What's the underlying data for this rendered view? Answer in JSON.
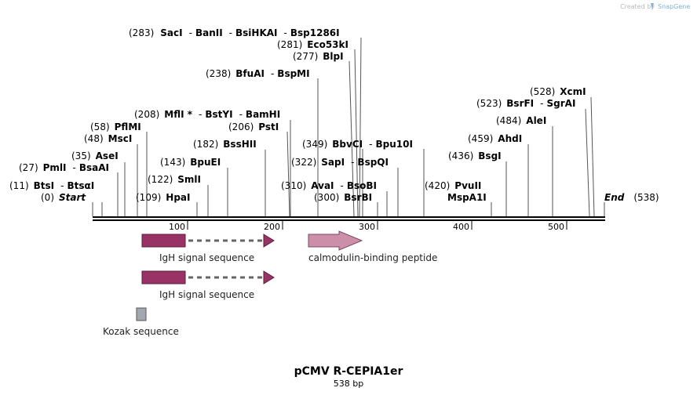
{
  "branding": {
    "prefix": "Created by",
    "name": "SnapGene"
  },
  "map": {
    "title": "pCMV R-CEPIA1er",
    "length_label": "538 bp",
    "start_label": "Start",
    "end_label": "End",
    "start_pos": "(0)",
    "end_pos": "(538)",
    "ticks": [
      "100",
      "200",
      "300",
      "400",
      "500"
    ]
  },
  "sites": [
    {
      "pos": "(11)",
      "names": [
        "BtsI",
        "BtsαI"
      ]
    },
    {
      "pos": "(27)",
      "names": [
        "PmlI",
        "BsaAI"
      ]
    },
    {
      "pos": "(35)",
      "names": [
        "AseI"
      ]
    },
    {
      "pos": "(48)",
      "names": [
        "MscI"
      ]
    },
    {
      "pos": "(58)",
      "names": [
        "PflMI"
      ]
    },
    {
      "pos": "(109)",
      "names": [
        "HpaI"
      ]
    },
    {
      "pos": "(122)",
      "names": [
        "SmlI"
      ]
    },
    {
      "pos": "(143)",
      "names": [
        "BpuEI"
      ]
    },
    {
      "pos": "(182)",
      "names": [
        "BssHII"
      ]
    },
    {
      "pos": "(206)",
      "names": [
        "PstI"
      ]
    },
    {
      "pos": "(208)",
      "names": [
        "MflI *",
        "BstYI",
        "BamHI"
      ]
    },
    {
      "pos": "(238)",
      "names": [
        "BfuAI",
        "BspMI"
      ]
    },
    {
      "pos": "(277)",
      "names": [
        "BlpI"
      ]
    },
    {
      "pos": "(281)",
      "names": [
        "Eco53kI"
      ]
    },
    {
      "pos": "(283)",
      "names": [
        "SacI",
        "BanII",
        "BsiHKAI",
        "Bsp1286I"
      ]
    },
    {
      "pos": "(300)",
      "names": [
        "BsrBI"
      ]
    },
    {
      "pos": "(310)",
      "names": [
        "AvaI",
        "BsoBI"
      ]
    },
    {
      "pos": "(322)",
      "names": [
        "SapI",
        "BspQI"
      ]
    },
    {
      "pos": "(349)",
      "names": [
        "BbvCI",
        "Bpu10I"
      ]
    },
    {
      "pos": "(420)",
      "names": [
        "PvuII"
      ]
    },
    {
      "pos": "",
      "names": [
        "MspA1I"
      ]
    },
    {
      "pos": "(436)",
      "names": [
        "BsgI"
      ]
    },
    {
      "pos": "(459)",
      "names": [
        "AhdI"
      ]
    },
    {
      "pos": "(484)",
      "names": [
        "AleI"
      ]
    },
    {
      "pos": "(523)",
      "names": [
        "BsrFI",
        "SgrAI"
      ]
    },
    {
      "pos": "(528)",
      "names": [
        "XcmI"
      ]
    }
  ],
  "features": [
    {
      "name": "IgH signal sequence",
      "color": "#993366"
    },
    {
      "name": "IgH signal sequence",
      "color": "#993366"
    },
    {
      "name": "calmodulin-binding peptide",
      "color": "#cc8fa9"
    },
    {
      "name": "Kozak sequence",
      "color": "#a3a8b0"
    }
  ]
}
